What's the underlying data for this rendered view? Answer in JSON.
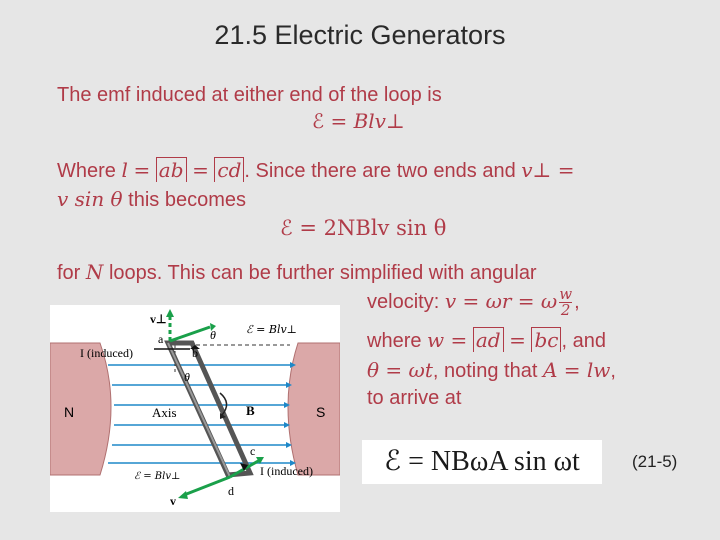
{
  "title": "21.5 Electric Generators",
  "para1": "The emf induced at either end of the loop is",
  "eq1": {
    "lhs": "ℰ",
    "rhs": "= Blv⊥"
  },
  "para2": {
    "where": "Where",
    "l": "l",
    "ab": "ab",
    "cd": "cd",
    "eqs": "=",
    "rest": ". Since there are two ends and",
    "vperp": "v⊥ =",
    "line2_math": "v sin θ",
    "line2_text": "this becomes"
  },
  "eq2": "ℰ = 2NBlv sin θ",
  "para3": {
    "a": "for",
    "N": "N",
    "b": "loops. This can be further simplified with angular",
    "vel_label": "velocity:",
    "vel_math": "v = ωr = ω",
    "frac_num": "w",
    "frac_den": "2",
    "comma": ",",
    "where": "where",
    "w_eq": "w =",
    "ad": "ad",
    "bc": "bc",
    "and": ", and",
    "theta_eq": "θ = ωt",
    "noting": ", noting that",
    "A_eq": "A = lw",
    "to_arrive": "to arrive at"
  },
  "boxed_eq": "ℰ  =  NBωA sin ωt",
  "eq_number": "(21-5)",
  "figure": {
    "v_perp": "v⊥",
    "emf_top": "ℰ = Blv⊥",
    "I_left": "I (induced)",
    "a": "a",
    "b": "b",
    "c": "c",
    "d": "d",
    "theta1": "θ",
    "theta2": "θ",
    "N": "N",
    "S": "S",
    "axis": "Axis",
    "B": "B",
    "emf_bottom": "ℰ = Blv⊥",
    "I_right": "I (induced)",
    "v_bottom": "v"
  },
  "colors": {
    "text": "#b03b48",
    "field_lines": "#1e88c8",
    "green": "#1aa04a",
    "magnet": "#d9a4a4"
  }
}
